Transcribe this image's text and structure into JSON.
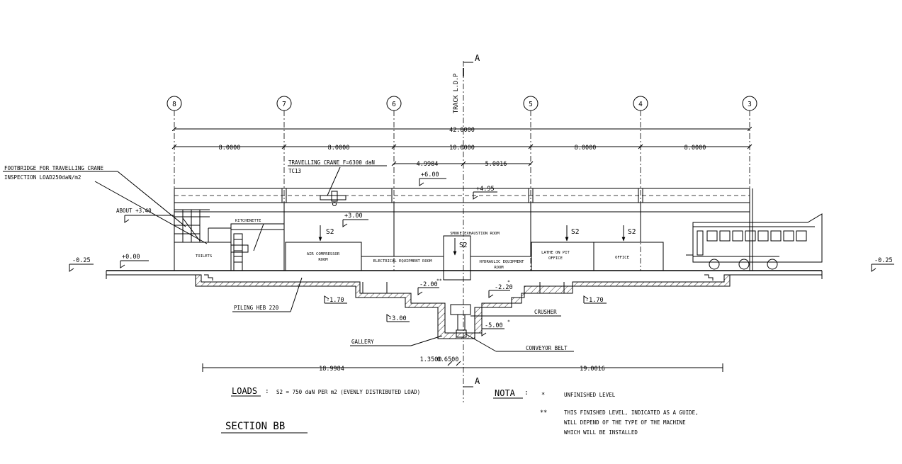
{
  "section_mark": "A",
  "track_label": "TRACK L.D.P",
  "axes": [
    "8",
    "7",
    "6",
    "5",
    "4",
    "3"
  ],
  "dims": {
    "overall": "42.0000",
    "bay_8_7": "8.0000",
    "bay_7_6": "8.0000",
    "bay_6_5": "10.0000",
    "bay_5_4": "8.0000",
    "bay_4_3": "8.0000",
    "left_half": "4.9984",
    "right_half": "5.0016",
    "bottom_left": "18.9984",
    "bottom_mid_a": "1.3500",
    "bottom_mid_b": "0.6500",
    "bottom_right": "19.0016"
  },
  "levels": {
    "crane_rail": "+6.00",
    "roof": "+4.95",
    "platform": "+3.00",
    "about": "ABOUT +3.40",
    "ground_zero": "+0.00",
    "left_edge": "-0.25",
    "right_edge": "-0.25",
    "pit_left": "-1.70",
    "pit_right": "-1.70",
    "pit_mid_left": "-2.00",
    "pit_mid_right": "-2.20",
    "gallery_level": "-3.00",
    "crusher_level": "-5.00",
    "mark_single": "*",
    "mark_double": "**"
  },
  "labels": {
    "footbridge_1": "FOOTBRIDGE FOR TRAVELLING CRANE",
    "footbridge_2": "INSPECTION LOAD250daN/m2",
    "crane_1": "TRAVELLING CRANE F=6300 daN",
    "crane_2": "TC13",
    "kitchenette": "KITCHENETTE",
    "toilets": "TOILETS",
    "air_room_1": "AIR COMPRESSOR",
    "air_room_2": "ROOM",
    "electrical": "ELECTRICAL EQUIPMENT ROOM",
    "smoke": "SMOKE EXHAUSTION ROOM",
    "hydraulic_1": "HYDRAULIC EQUIPMENT",
    "hydraulic_2": "ROOM",
    "lathe_1": "LATHE ON PIT",
    "lathe_2": "OFFICE",
    "office": "OFFICE",
    "s2": "S2",
    "piling": "PILING HEB 220",
    "crusher": "CRUSHER",
    "gallery": "GALLERY",
    "conveyor": "CONVEYOR BELT"
  },
  "loads": {
    "title": "LOADS",
    "colon": ":",
    "text": "S2 = 750 daN PER m2  (EVENLY DISTRIBUTED LOAD)"
  },
  "nota": {
    "title": "NOTA",
    "colon": ":",
    "star1": "*",
    "line1": "UNFINISHED LEVEL",
    "star2": "**",
    "line2a": "THIS FINISHED LEVEL, INDICATED AS A GUIDE,",
    "line2b": "WILL DEPEND OF THE TYPE OF THE MACHINE",
    "line2c": "WHICH WILL BE INSTALLED"
  },
  "section_title": "SECTION BB"
}
